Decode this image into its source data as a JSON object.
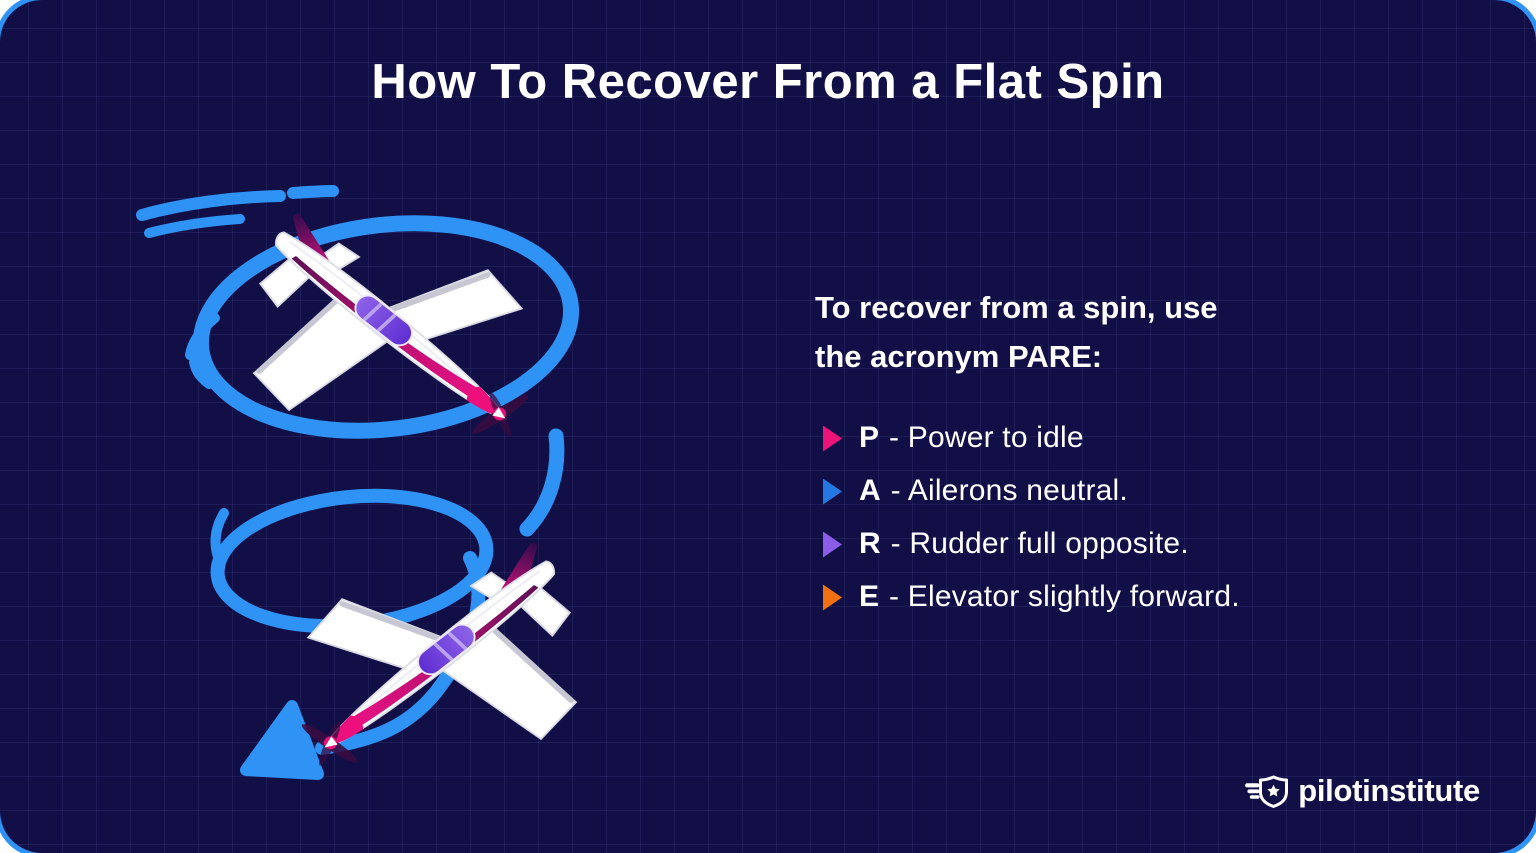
{
  "card": {
    "background_color": "#110f46",
    "grid_line_color": "rgba(138,148,235,0.11)",
    "corner_accent_color": "#2E93F5"
  },
  "title": {
    "text": "How To Recover From a Flat Spin"
  },
  "intro": {
    "lines": [
      "To recover from a spin, use",
      "the acronym PARE:"
    ]
  },
  "pare_list": {
    "items": [
      {
        "letter": "P",
        "description": "- Power to idle",
        "bullet_color": "#EE1379"
      },
      {
        "letter": "A",
        "description": "- Ailerons neutral.",
        "bullet_color": "#2478E2"
      },
      {
        "letter": "R",
        "description": "- Rudder full opposite.",
        "bullet_color": "#8A5CE8"
      },
      {
        "letter": "E",
        "description": "- Elevator slightly forward.",
        "bullet_color": "#F17111"
      }
    ]
  },
  "logo": {
    "brand_text": "pilotinstitute",
    "icon": "winged-shield-star-icon"
  },
  "illustration": {
    "description": "airplane descending in a flat spin along a blue spiral path ending in a direction arrow",
    "spiral_color": "#2E93F5",
    "airplane_colors": {
      "body": "#FFFFFF",
      "accent_magenta": "#EC0F7C",
      "accent_dark_purple": "#3A0C4E",
      "canopy_purple": "#6C3BDB",
      "propeller": "#380C41"
    }
  }
}
